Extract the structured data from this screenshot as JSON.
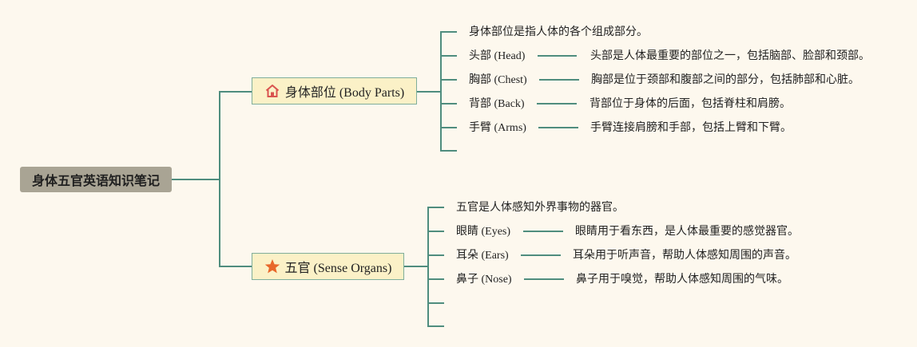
{
  "root": {
    "title": "身体五官英语知识笔记"
  },
  "branches": [
    {
      "label": "身体部位 (Body Parts)",
      "icon": "house-icon",
      "icon_color": "#d9534f",
      "intro": "身体部位是指人体的各个组成部分。",
      "items": [
        {
          "term": "头部 (Head)",
          "desc": "头部是人体最重要的部位之一，包括脑部、脸部和颈部。"
        },
        {
          "term": "胸部 (Chest)",
          "desc": "胸部是位于颈部和腹部之间的部分，包括肺部和心脏。"
        },
        {
          "term": "背部 (Back)",
          "desc": "背部位于身体的后面，包括脊柱和肩膀。"
        },
        {
          "term": "手臂 (Arms)",
          "desc": "手臂连接肩膀和手部，包括上臂和下臂。"
        }
      ]
    },
    {
      "label": "五官 (Sense Organs)",
      "icon": "star-icon",
      "icon_color": "#e8672a",
      "intro": "五官是人体感知外界事物的器官。",
      "items": [
        {
          "term": "眼睛 (Eyes)",
          "desc": "眼睛用于看东西，是人体最重要的感觉器官。"
        },
        {
          "term": "耳朵 (Ears)",
          "desc": "耳朵用于听声音，帮助人体感知周围的声音。"
        },
        {
          "term": "鼻子 (Nose)",
          "desc": "鼻子用于嗅觉，帮助人体感知周围的气味。"
        }
      ]
    }
  ],
  "colors": {
    "background": "#fdf8ee",
    "connector": "#4f8d7e",
    "root_fill": "#a9a494",
    "branch_fill": "#fbf1c7"
  }
}
